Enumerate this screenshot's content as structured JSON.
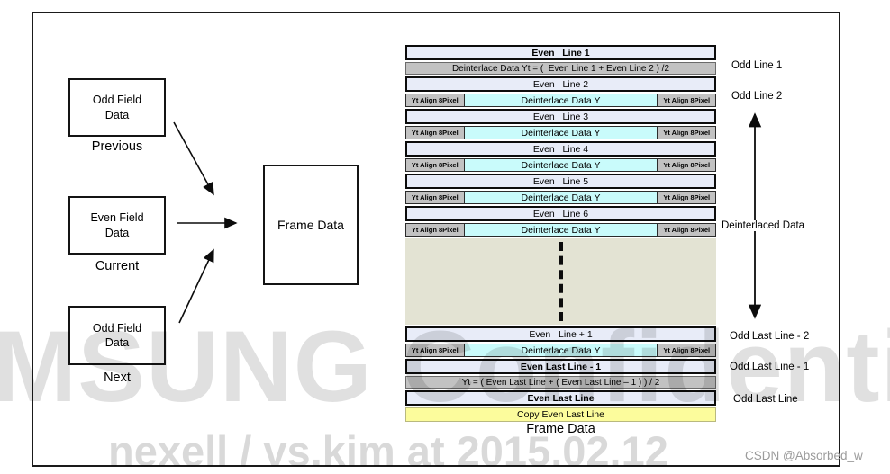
{
  "left_panel": {
    "previous_box": {
      "line1": "Odd Field",
      "line2": "Data",
      "caption": "Previous"
    },
    "current_box": {
      "line1": "Even Field",
      "line2": "Data",
      "caption": "Current"
    },
    "next_box": {
      "line1": "Odd Field",
      "line2": "Data",
      "caption": "Next"
    },
    "frame_box": {
      "label": "Frame Data"
    }
  },
  "frame_stack": {
    "caption": "Frame Data",
    "even_line_1": "Even   Line 1",
    "formula_top": "Deinterlace Data Yt = (  Even Line 1 + Even Line 2 ) /2",
    "even_line_2": "Even   Line 2",
    "even_line_3": "Even   Line 3",
    "even_line_4": "Even   Line 4",
    "even_line_5": "Even   Line 5",
    "even_line_6": "Even   Line 6",
    "even_line_plus1": "Even   Line + 1",
    "even_last_line_minus1": "Even Last Line - 1",
    "formula_bottom": "Yt = ( Even Last Line + ( Even Last Line – 1 ) ) / 2",
    "even_last_line": "Even Last Line",
    "copy_row": "Copy Even Last Line",
    "align_row": {
      "left": "Yt Align 8Pixel",
      "center": "Deinterlace Data Y",
      "right": "Yt Align 8Pixel"
    }
  },
  "right_labels": {
    "odd_line_1": "Odd Line 1",
    "odd_line_2": "Odd Line 2",
    "deinterlaced_data": "Deinterlaced Data",
    "odd_last_line_minus2": "Odd Last Line - 2",
    "odd_last_line_minus1": "Odd Last Line - 1",
    "odd_last_line": "Odd Last Line"
  },
  "watermark": {
    "big": "MSUNG Confidenti",
    "footer": "nexell / vs.kim at 2015.02.12",
    "credit": "CSDN @Absorbed_w"
  },
  "colors": {
    "even_line_bg": "#e8ecf8",
    "formula_bg": "#c2c2c2",
    "align_side_bg": "#c2c2c2",
    "deinterlace_y_bg": "#c9fbfb",
    "dots_region_bg": "#e3e3d3",
    "copy_row_bg": "#fcfc9c",
    "border": "#0c0c0c"
  }
}
